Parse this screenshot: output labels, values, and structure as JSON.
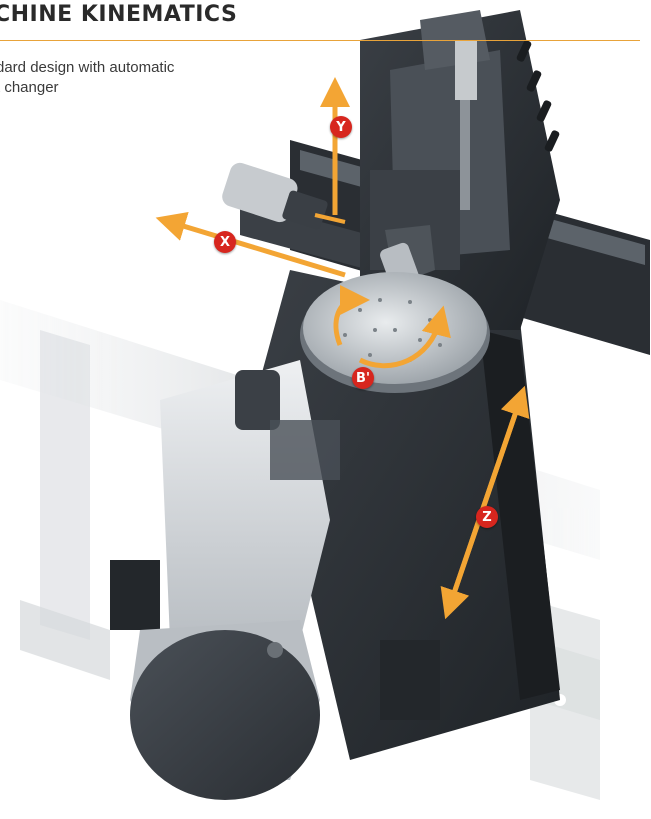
{
  "header": {
    "title": "CHINE KINEMATICS",
    "subtitle": "dard design with automatic\nt changer"
  },
  "axes": [
    {
      "id": "x",
      "label": "X"
    },
    {
      "id": "y",
      "label": "Y"
    },
    {
      "id": "z",
      "label": "Z"
    },
    {
      "id": "b",
      "label": "B'"
    }
  ],
  "colors": {
    "accent_rule": "#e8a33a",
    "axis_arrow": "#f3a534",
    "axis_badge": "#d7261e",
    "machine_dark": "#2e3338",
    "machine_light": "#d8dcdf"
  }
}
